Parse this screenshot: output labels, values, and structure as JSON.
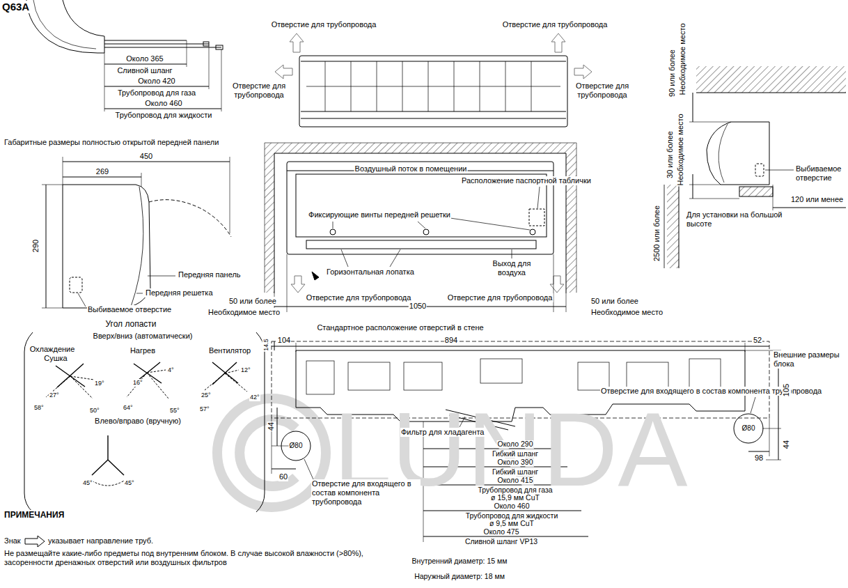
{
  "diagram": {
    "labels": [
      "Q63A",
      "Около 365",
      "Сливной шланг",
      "Около 420",
      "Трубопровод для газа",
      "Около 460",
      "Трубопровод для жидкости",
      "Габаритные размеры полностью открытой передней панели",
      "450",
      "269",
      "290",
      "Передняя панель",
      "Передняя решетка",
      "Выбиваемое отверстие",
      "Угол лопасти",
      "Вверх/вниз (автоматически)",
      "Охлаждение",
      "Сушка",
      "Нагрев",
      "Вентилятор",
      "19°",
      "27°",
      "58°",
      "50°",
      "16°",
      "4°",
      "64°",
      "55°",
      "12°",
      "25°",
      "42°",
      "57°",
      "Влево/вправо (вручную)",
      "45°",
      "45°",
      "ПРИМЕЧАНИЯ",
      "Знак",
      "указывает направление труб.",
      "Не размещайте какие-либо предметы под внутренним блоком. В случае высокой влажности (>80%), засоренности дренажных отверстий или воздушных фильтров",
      "Отверстие для трубопровода",
      "Отверстие для трубопровода",
      "Отверстие для трубопровода",
      "Отверстие для трубопровода",
      "Воздушный поток в помещении",
      "Расположение паспортной таблички",
      "Фиксирующие винты передней решетки",
      "Горизонтальная лопатка",
      "Выход для воздуха",
      "Отверстие для трубопровода",
      "Отверстие для трубопровода",
      "50 или более",
      "Необходимое место",
      "1050",
      "50 или более",
      "Необходимое место",
      "90 или более",
      "Необходимое место",
      "30 или более",
      "Необходимое место",
      "Выбиваемое отверстие",
      "120 или менее",
      "2500 или более",
      "Для установки на большой высоте",
      "Стандартное расположение отверстий в стене",
      "14.5",
      "104",
      "894",
      "52",
      "Внешние размеры блока",
      "Отверстие для входящего в состав компонента трубопровода",
      "Ø80",
      "Ø80",
      "44",
      "60",
      "Отверстие для входящего в состав компонента трубопровода",
      "Фильтр для хладагента",
      "105",
      "44",
      "98",
      "Около 290",
      "Гибкий шланг",
      "Около 390",
      "Гибкий шланг",
      "Около 415",
      "Трубопровод для газа",
      "ø 15,9 мм CuT",
      "Около 460",
      "Трубопровод для жидкости",
      "ø 9,5 мм CuT",
      "Около 475",
      "Сливной шланг VP13",
      "Внутренний диаметр: 15 мм",
      "Наружный диаметр: 18 мм",
      "LUNDA"
    ]
  }
}
